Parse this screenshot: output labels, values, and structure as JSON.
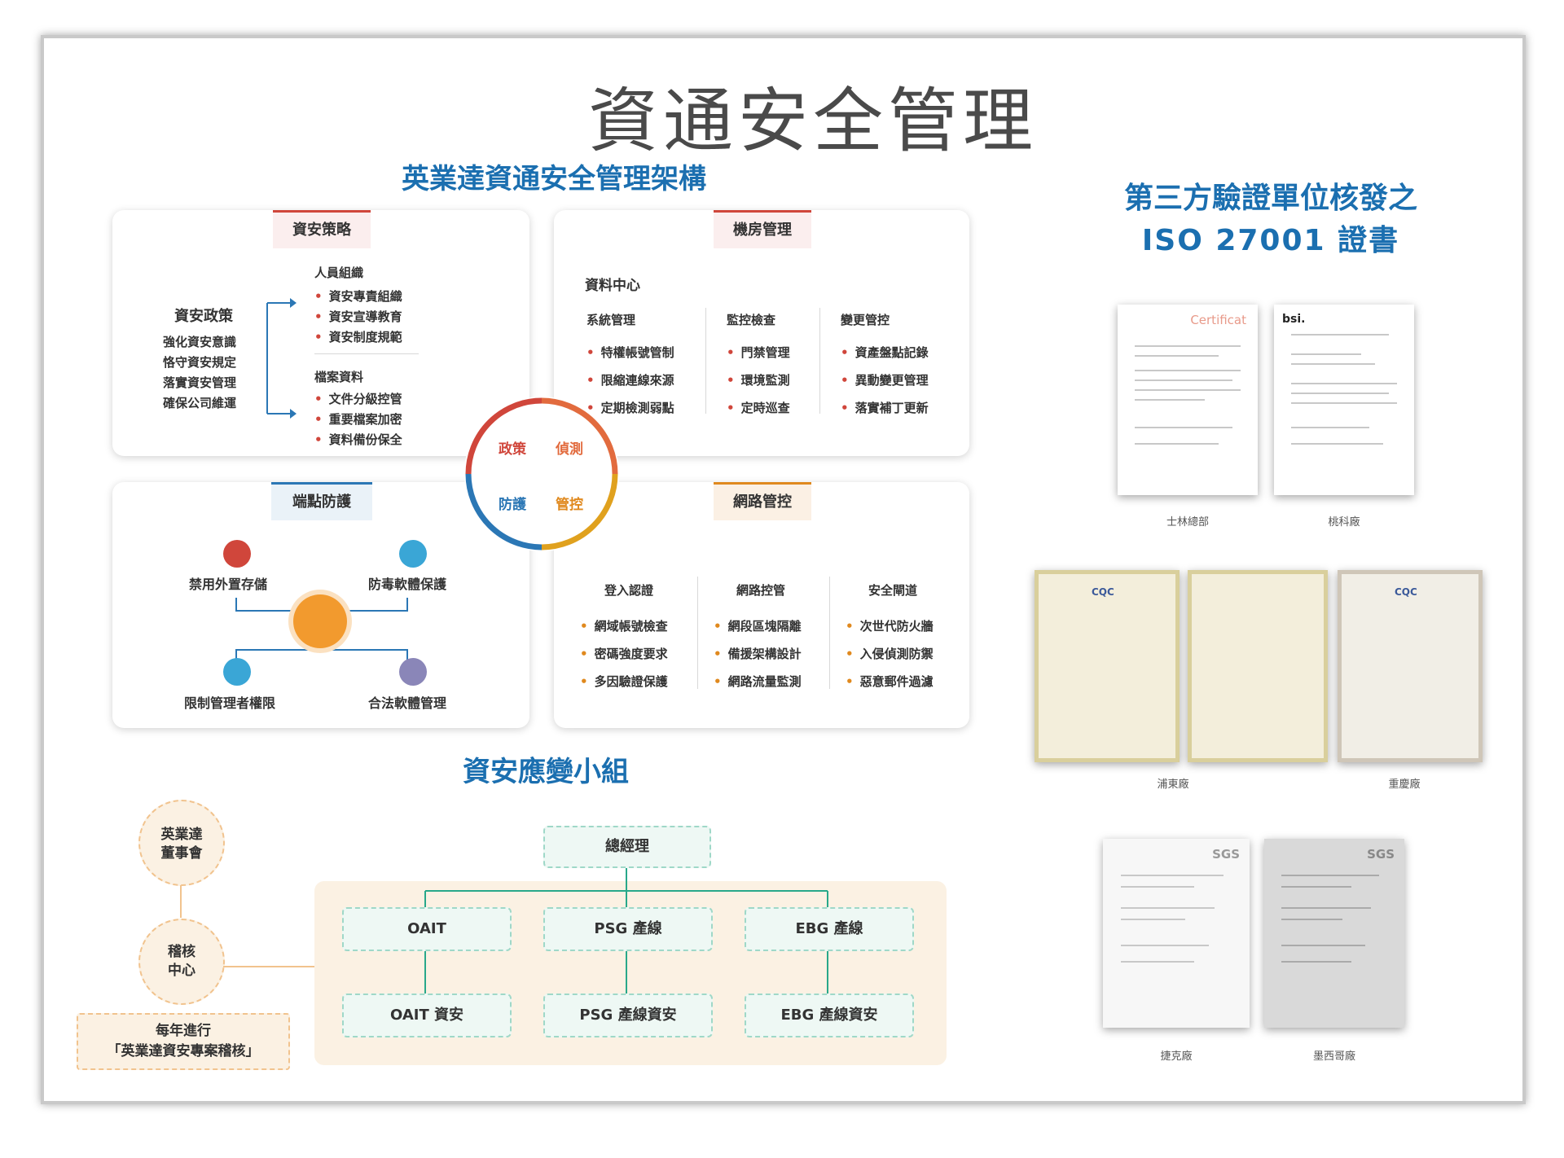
{
  "title": "資通安全管理",
  "framework": {
    "heading": "英業達資通安全管理架構",
    "strategy": {
      "tab": "資安策略",
      "policy_title": "資安政策",
      "policy_items": [
        "強化資安意識",
        "恪守資安規定",
        "落實資安管理",
        "確保公司維運"
      ],
      "people_title": "人員組織",
      "people_items": [
        "資安專責組織",
        "資安宣導教育",
        "資安制度規範"
      ],
      "file_title": "檔案資料",
      "file_items": [
        "文件分級控管",
        "重要檔案加密",
        "資料備份保全"
      ]
    },
    "datacenter": {
      "tab": "機房管理",
      "title": "資料中心",
      "columns": [
        {
          "title": "系統管理",
          "items": [
            "特權帳號管制",
            "限縮連線來源",
            "定期檢測弱點"
          ]
        },
        {
          "title": "監控檢查",
          "items": [
            "門禁管理",
            "環境監測",
            "定時巡查"
          ]
        },
        {
          "title": "變更管控",
          "items": [
            "資產盤點記錄",
            "異動變更管理",
            "落實補丁更新"
          ]
        }
      ]
    },
    "ring": {
      "q1": "政策",
      "q2": "偵測",
      "q3": "防護",
      "q4": "管控"
    },
    "endpoint": {
      "tab": "端點防護",
      "items": [
        "禁用外置存儲",
        "防毒軟體保護",
        "限制管理者權限",
        "合法軟體管理"
      ]
    },
    "network": {
      "tab": "網路管控",
      "columns": [
        {
          "title": "登入認證",
          "items": [
            "網域帳號檢查",
            "密碼強度要求",
            "多因驗證保護"
          ]
        },
        {
          "title": "網路控管",
          "items": [
            "網段區塊隔離",
            "備援架構設計",
            "網路流量監測"
          ]
        },
        {
          "title": "安全閘道",
          "items": [
            "次世代防火牆",
            "入侵偵測防禦",
            "惡意郵件過濾"
          ]
        }
      ]
    }
  },
  "response_team": {
    "heading": "資安應變小組",
    "board": "英業達\n董事會",
    "audit": "稽核\n中心",
    "annual": "每年進行\n「英業達資安專案稽核」",
    "gm": "總經理",
    "units": [
      "OAIT",
      "PSG 產線",
      "EBG 產線"
    ],
    "sec_units": [
      "OAIT 資安",
      "PSG 產線資安",
      "EBG 產線資安"
    ]
  },
  "certificates": {
    "heading_line1": "第三方驗證單位核發之",
    "heading_line2": "ISO 27001 證書",
    "row1": [
      {
        "label": "士林總部",
        "header": "Certificat"
      },
      {
        "label": "桃科廠",
        "header": "bsi."
      }
    ],
    "row2": [
      {
        "label": "浦東廠",
        "header": "CQC"
      },
      {
        "label": "重慶廠",
        "header": "CQC"
      }
    ],
    "row3": [
      {
        "label": "捷克廠",
        "header": "SGS"
      },
      {
        "label": "墨西哥廠",
        "header": "SGS"
      }
    ]
  },
  "colors": {
    "blue_heading": "#1b6fb0",
    "red": "#d0463b",
    "orange": "#e0891e",
    "teal": "#28a88a"
  }
}
